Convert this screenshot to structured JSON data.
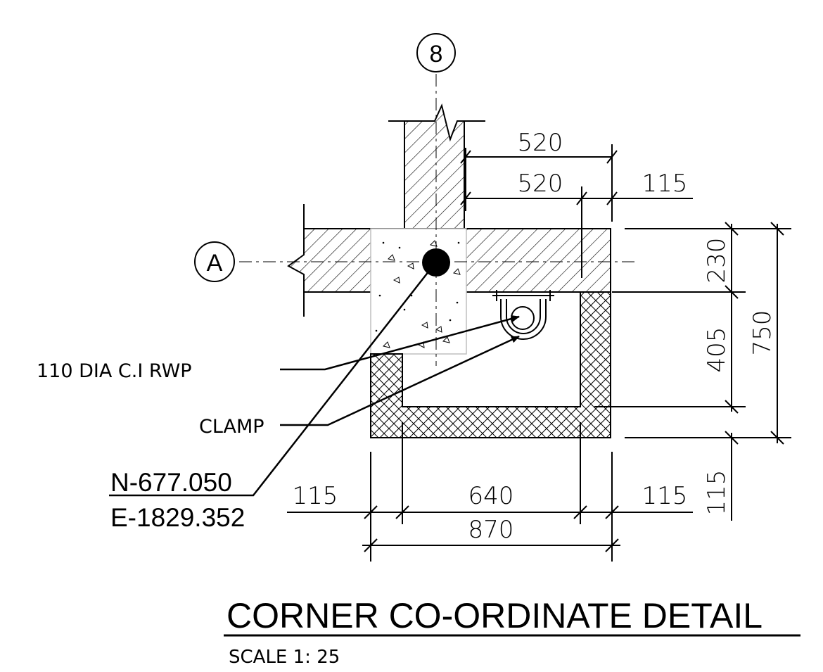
{
  "grid_labels": {
    "column": "8",
    "row": "A"
  },
  "dimensions": {
    "top_upper": "520",
    "top_lower": "520",
    "top_right": "115",
    "right_a": "230",
    "right_b": "405",
    "right_total": "750",
    "right_c": "115",
    "bottom_left": "115",
    "bottom_mid": "640",
    "bottom_right": "115",
    "bottom_total": "870"
  },
  "notes": {
    "pipe": "110 DIA C.I RWP",
    "clamp": "CLAMP"
  },
  "coordinates": {
    "north": "N-677.050",
    "east": "E-1829.352"
  },
  "title": "CORNER  CO-ORDINATE DETAIL",
  "scale": "SCALE 1: 25"
}
